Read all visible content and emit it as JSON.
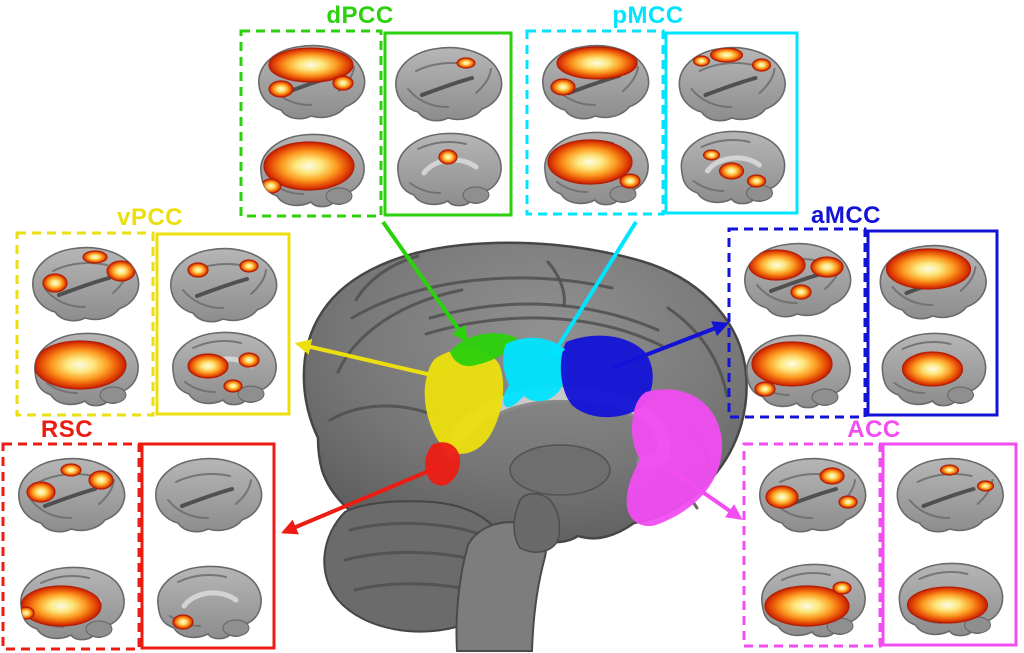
{
  "figure": {
    "type": "brain-connectivity-figure",
    "background": "#ffffff",
    "regions": {
      "dPCC": {
        "label": "dPCC",
        "color": "#2bd10b"
      },
      "pMCC": {
        "label": "pMCC",
        "color": "#00e4ff"
      },
      "vPCC": {
        "label": "vPCC",
        "color": "#ecdf0e"
      },
      "aMCC": {
        "label": "aMCC",
        "color": "#1313d8"
      },
      "RSC": {
        "label": "RSC",
        "color": "#ed1c13"
      },
      "ACC": {
        "label": "ACC",
        "color": "#f14df1"
      }
    },
    "region_order": [
      "dPCC",
      "pMCC",
      "vPCC",
      "aMCC",
      "RSC",
      "ACC"
    ],
    "panels_per_region": [
      "dashed",
      "solid"
    ],
    "views_per_panel": [
      "lateral",
      "medial"
    ],
    "heatmap_colors": {
      "high": "#fffde8",
      "mid_high": "#ffe97a",
      "mid": "#ff9d1e",
      "mid_low": "#e84a00",
      "low": "#c61a00",
      "outline": "#b31a00"
    },
    "brain_colors": {
      "central_gray": "#757575",
      "panel_gray": "#9e9e9e",
      "sulcus": "#4c4c4c",
      "corpus_callosum": "#c6c6c6"
    }
  }
}
